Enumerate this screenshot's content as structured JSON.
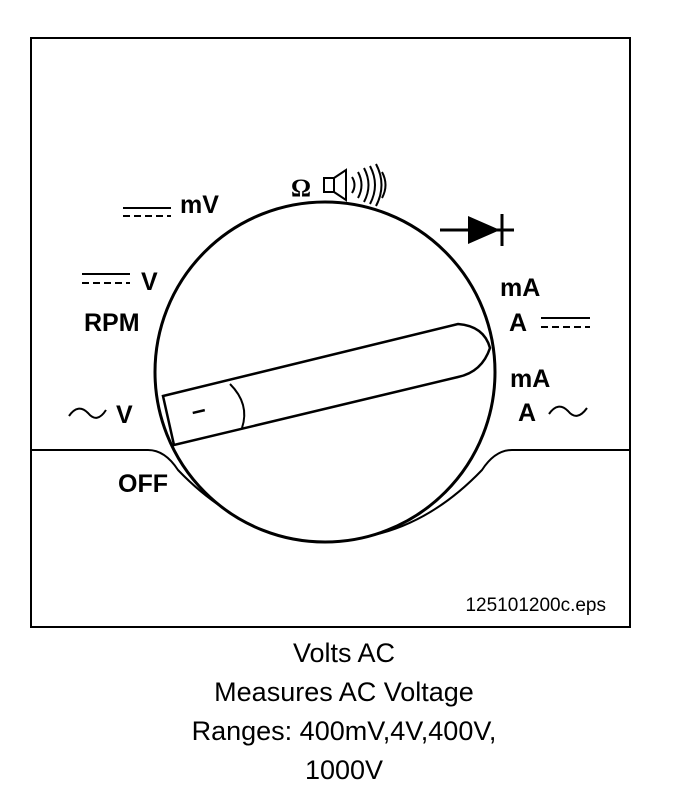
{
  "dial": {
    "positions": {
      "ohm_symbol": "Ω",
      "dc_mv": "mV",
      "dc_v": "V",
      "rpm": "RPM",
      "ac_v": "V",
      "off": "OFF",
      "dc_ma": "mA",
      "dc_a": "A",
      "ac_ma": "mA",
      "ac_a": "A"
    },
    "pointer_mark": "–",
    "icons": [
      "continuity-speaker-icon",
      "diode-icon",
      "dc-symbol-icon",
      "ac-sine-icon"
    ]
  },
  "file_label": "125101200c.eps",
  "caption": {
    "title": "Volts AC",
    "description": "Measures AC Voltage",
    "ranges_line1": "Ranges: 400mV,4V,400V,",
    "ranges_line2": "1000V"
  }
}
